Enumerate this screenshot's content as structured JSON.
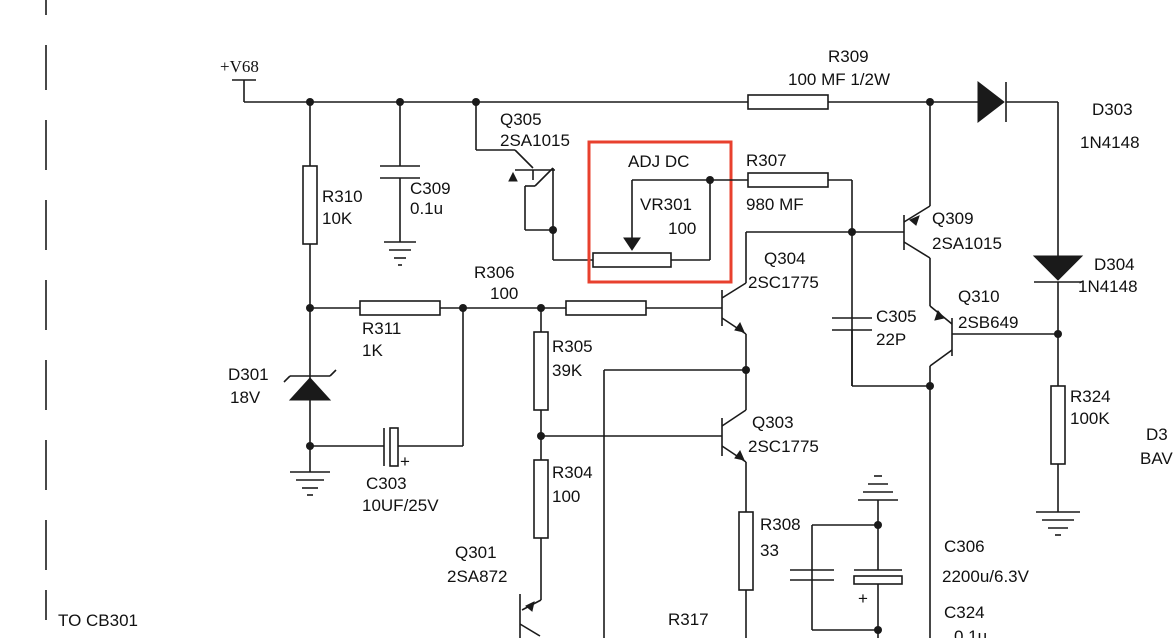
{
  "power_rail": "+V68",
  "components": {
    "r309": {
      "ref": "R309",
      "value": "100 MF 1/2W"
    },
    "d303": {
      "ref": "D303",
      "value": "1N4148"
    },
    "q305": {
      "ref": "Q305",
      "value": "2SA1015"
    },
    "adj": {
      "label": "ADJ DC"
    },
    "vr301": {
      "ref": "VR301",
      "value": "100"
    },
    "r307": {
      "ref": "R307",
      "value": "980 MF"
    },
    "r310": {
      "ref": "R310",
      "value": "10K"
    },
    "c309": {
      "ref": "C309",
      "value": "0.1u"
    },
    "q309": {
      "ref": "Q309",
      "value": "2SA1015"
    },
    "d304": {
      "ref": "D304",
      "value": "1N4148"
    },
    "r306": {
      "ref": "R306",
      "value": "100"
    },
    "q304": {
      "ref": "Q304",
      "value": "2SC1775"
    },
    "q310": {
      "ref": "Q310",
      "value": "2SB649"
    },
    "r311": {
      "ref": "R311",
      "value": "1K"
    },
    "c305": {
      "ref": "C305",
      "value": "22P"
    },
    "r305": {
      "ref": "R305",
      "value": "39K"
    },
    "d301": {
      "ref": "D301",
      "value": "18V"
    },
    "r324": {
      "ref": "R324",
      "value": "100K"
    },
    "q303": {
      "ref": "Q303",
      "value": "2SC1775"
    },
    "d3_partial": {
      "ref": "D3",
      "value": "BAV"
    },
    "c303": {
      "ref": "C303",
      "value": "10UF/25V"
    },
    "r304": {
      "ref": "R304",
      "value": "100"
    },
    "r308": {
      "ref": "R308",
      "value": "33"
    },
    "q301": {
      "ref": "Q301",
      "value": "2SA872"
    },
    "c306": {
      "ref": "C306",
      "value": "2200u/6.3V"
    },
    "r317": {
      "ref": "R317"
    },
    "c324": {
      "ref": "C324",
      "value": "0.1u"
    }
  },
  "connector_label": "TO CB301",
  "polarity": "+",
  "highlight_color": "#e8402e"
}
